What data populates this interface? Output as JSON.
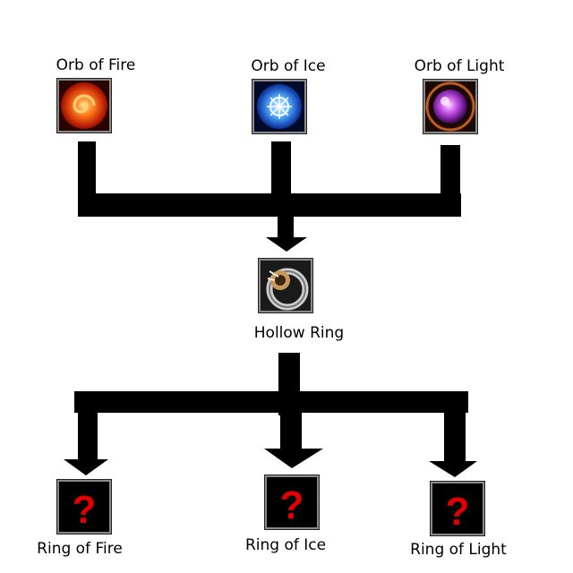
{
  "inputs": [
    {
      "name": "Orb of Fire",
      "icon": "fire-orb-icon",
      "color": "#e2541a"
    },
    {
      "name": "Orb of Ice",
      "icon": "ice-orb-icon",
      "color": "#2a7be0"
    },
    {
      "name": "Orb of Light",
      "icon": "light-orb-icon",
      "color": "#b845e0"
    }
  ],
  "combined": {
    "name": "Hollow Ring",
    "icon": "hollow-ring-icon"
  },
  "outputs": [
    {
      "name": "Ring of Fire",
      "icon": "question-mark-icon",
      "glyph": "?"
    },
    {
      "name": "Ring of Ice",
      "icon": "question-mark-icon",
      "glyph": "?"
    },
    {
      "name": "Ring of Light",
      "icon": "question-mark-icon",
      "glyph": "?"
    }
  ],
  "colors": {
    "connector": "#000000",
    "unknown_mark": "#e00000",
    "icon_frame": "#8a8a8a"
  }
}
